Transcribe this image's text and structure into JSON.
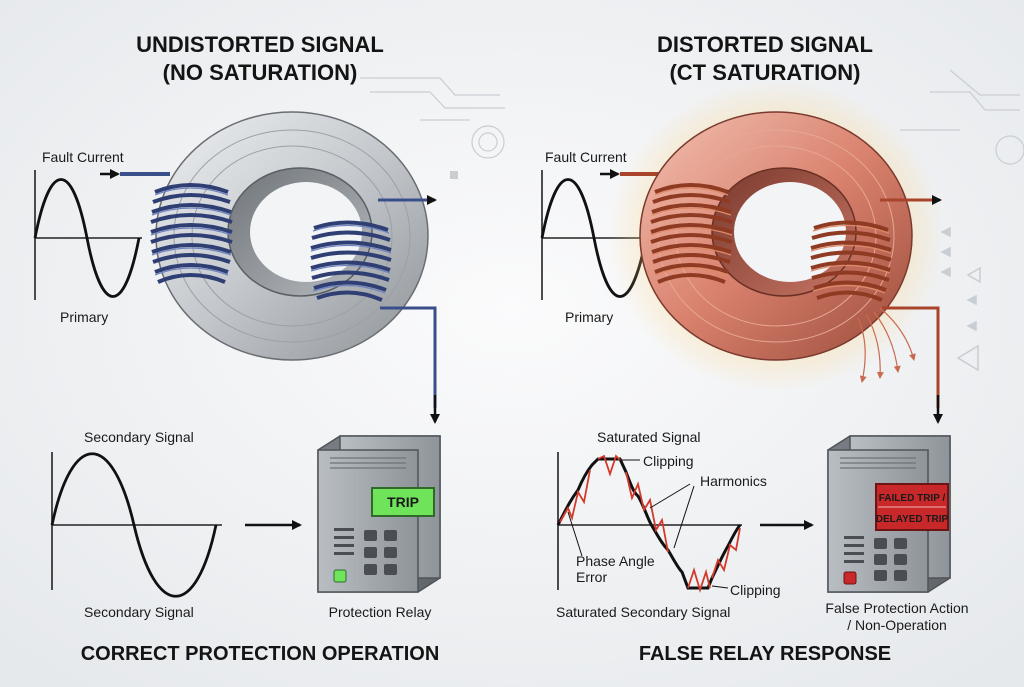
{
  "left": {
    "title_line1": "UNDISTORTED SIGNAL",
    "title_line2": "(NO SATURATION)",
    "fault_current": "Fault Current",
    "primary": "Primary",
    "secondary_top": "Secondary Signal",
    "secondary_bottom": "Secondary Signal",
    "relay_display": "TRIP",
    "relay_label": "Protection Relay",
    "footer": "CORRECT PROTECTION OPERATION"
  },
  "right": {
    "title_line1": "DISTORTED SIGNAL",
    "title_line2": "(CT SATURATION)",
    "fault_current": "Fault Current",
    "primary": "Primary",
    "saturated_signal": "Saturated Signal",
    "clipping_top": "Clipping",
    "harmonics": "Harmonics",
    "phase_angle_line1": "Phase Angle",
    "phase_angle_line2": "Error",
    "clipping_bottom": "Clipping",
    "saturated_secondary": "Saturated Secondary Signal",
    "relay_display_line1": "FAILED TRIP /",
    "relay_display_line2": "DELAYED TRIP",
    "relay_label_line1": "False Protection Action",
    "relay_label_line2": "/ Non-Operation",
    "footer": "FALSE RELAY RESPONSE"
  },
  "colors": {
    "background": "#f2f4f6",
    "core_gray": "#c4c8cc",
    "winding_blue": "#3a4f8a",
    "core_hot": "#d9826e",
    "winding_copper": "#a8442a",
    "trip_green": "#6fe35a",
    "failed_red": "#c9282a",
    "clip_red": "#d33a2c"
  },
  "icons": [
    "left-current-transformer-icon",
    "right-current-transformer-icon",
    "left-relay-icon",
    "right-relay-icon"
  ]
}
